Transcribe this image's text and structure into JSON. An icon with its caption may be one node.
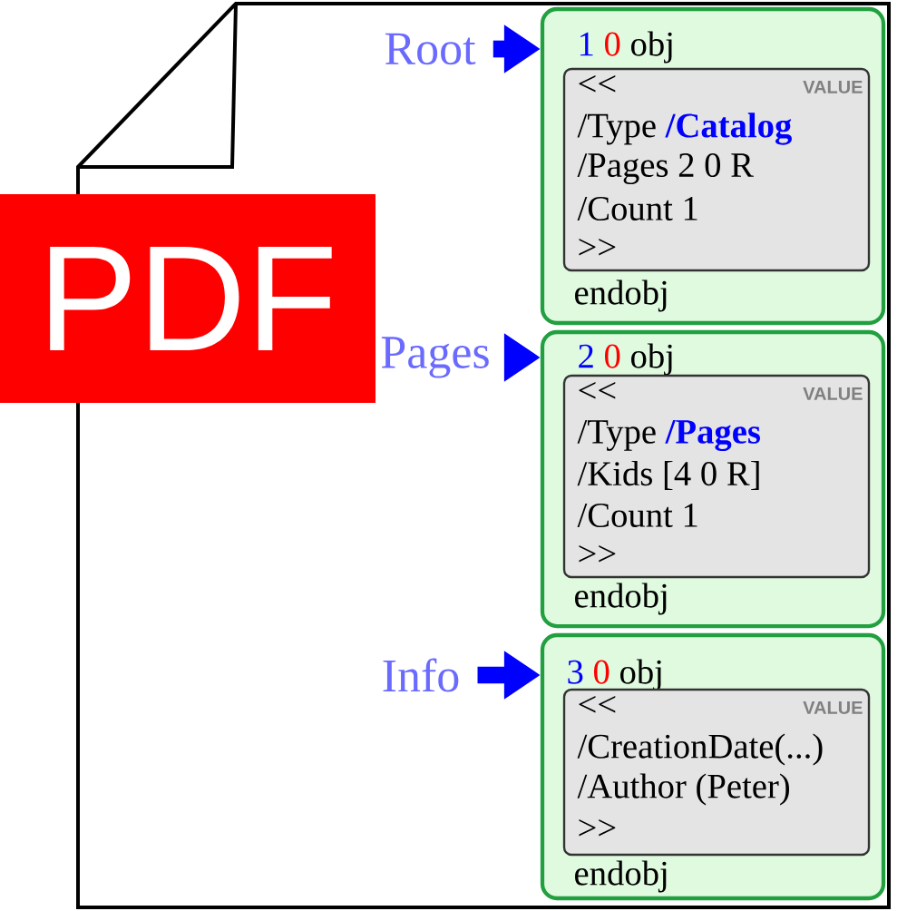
{
  "diagram": {
    "nodes": [
      {
        "text": [],
        "shape": "page"
      },
      {
        "text": [
          "PDF"
        ]
      },
      {
        "text": [
          "Root"
        ],
        "in": 0
      },
      {
        "text": [
          "1",
          "0",
          "obj",
          "endobj"
        ],
        "in": 0
      },
      {
        "text": [
          "VALUE",
          "<<",
          "/Type **/Catalog**",
          "/Pages 2 0 R",
          "/Count 1",
          ">>"
        ],
        "in": 3
      },
      {
        "text": [
          "Pages"
        ],
        "in": 0
      },
      {
        "text": [
          "2",
          "0",
          "obj",
          "endobj"
        ],
        "in": 0
      },
      {
        "text": [
          "VALUE",
          "<<",
          "/Type **/Pages**",
          "/Kids [4 0 R]",
          "/Count 1",
          ">>"
        ],
        "in": 6
      },
      {
        "text": [
          "Info"
        ],
        "in": 0
      },
      {
        "text": [
          "3",
          "0",
          "obj",
          "endobj"
        ],
        "in": 0
      },
      {
        "text": [
          "VALUE",
          "<<",
          "/CreationDate(...)",
          "/Author (Peter)",
          ">>"
        ],
        "in": 9
      }
    ],
    "edges": [
      {
        "from": 2,
        "to": 3,
        "arrow": "to"
      },
      {
        "from": 5,
        "to": 6,
        "arrow": "to"
      },
      {
        "from": 8,
        "to": 9,
        "arrow": "to"
      }
    ]
  }
}
